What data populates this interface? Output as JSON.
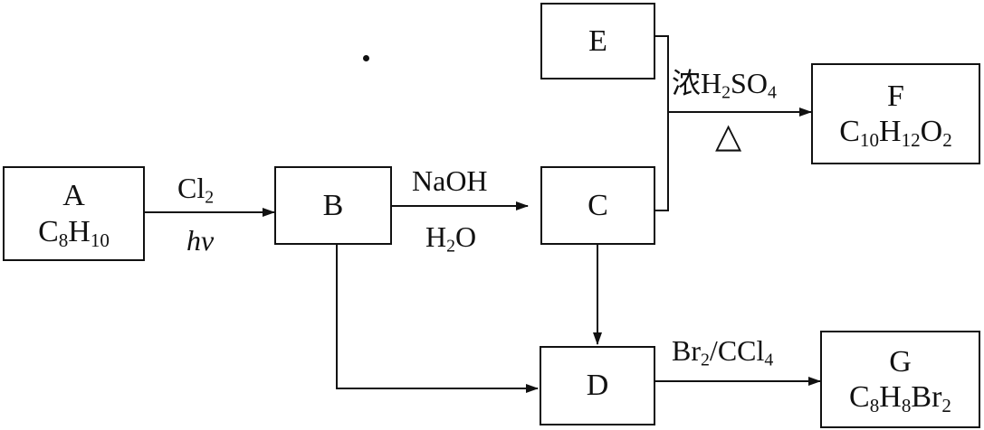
{
  "nodes": {
    "A": {
      "name": "A",
      "formula": "C<sub>8</sub>H<sub>10</sub>"
    },
    "B": {
      "name": "B"
    },
    "C": {
      "name": "C"
    },
    "D": {
      "name": "D"
    },
    "E": {
      "name": "E"
    },
    "F": {
      "name": "F",
      "formula": "C<sub>10</sub>H<sub>12</sub>O<sub>2</sub>"
    },
    "G": {
      "name": "G",
      "formula": "C<sub>8</sub>H<sub>8</sub>Br<sub>2</sub>"
    }
  },
  "conditions": {
    "ab_top": "Cl<sub>2</sub>",
    "ab_bottom": "hv",
    "bc_top": "NaOH",
    "bc_bottom": "H<sub>2</sub>O",
    "ef_top": "浓H<sub>2</sub>SO<sub>4</sub>",
    "ef_bottom": "△",
    "dg_top": "Br<sub>2</sub>/CCl<sub>4</sub>"
  }
}
